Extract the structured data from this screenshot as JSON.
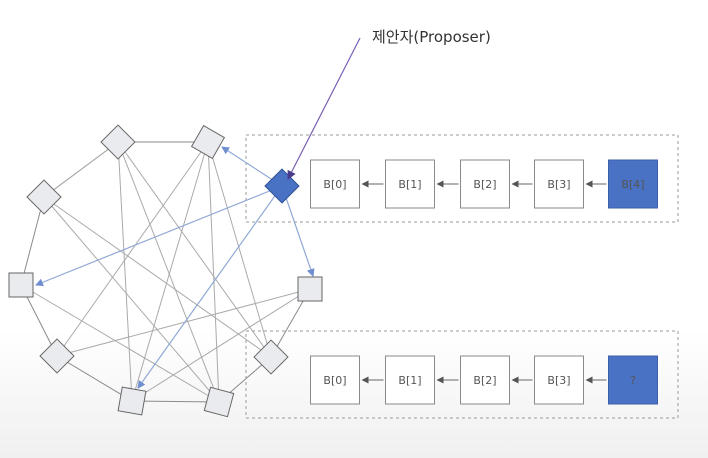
{
  "annotation": {
    "proposer_label": "제안자(Proposer)"
  },
  "chain_top": {
    "blocks": [
      {
        "label": "B[0]"
      },
      {
        "label": "B[1]"
      },
      {
        "label": "B[2]"
      },
      {
        "label": "B[3]"
      },
      {
        "label": "B[4]",
        "highlighted": true
      }
    ]
  },
  "chain_bottom": {
    "blocks": [
      {
        "label": "B[0]"
      },
      {
        "label": "B[1]"
      },
      {
        "label": "B[2]"
      },
      {
        "label": "B[3]"
      },
      {
        "label": "?",
        "highlighted": true
      }
    ]
  },
  "colors": {
    "node_fill": "#e9ebee",
    "node_stroke": "#666666",
    "proposer_fill": "#4a72c4",
    "highlight_block": "#4a72c4",
    "edge": "#aaaaaa",
    "broadcast_edge": "#8fa8d4",
    "annotation_line": "#7a5fb5"
  }
}
